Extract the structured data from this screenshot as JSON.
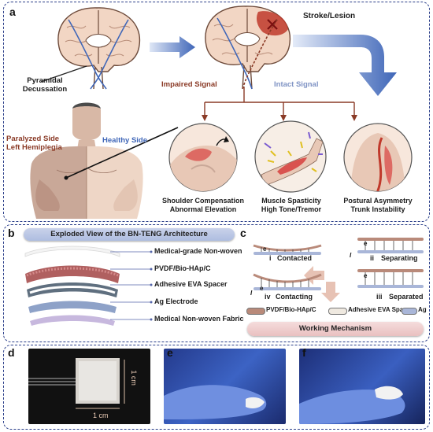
{
  "panel_a": {
    "label": "a",
    "stroke_label": "Stroke/Lesion",
    "decussation_label_1": "Pyramidal",
    "decussation_label_2": "Decussation",
    "impaired_signal": "Impaired Signal",
    "intact_signal": "Intact Signal",
    "paralyzed_side_1": "Paralyzed Side",
    "paralyzed_side_2": "Left Hemiplegia",
    "healthy_side": "Healthy Side",
    "symptoms": [
      {
        "line1": "Shoulder Compensation",
        "line2": "Abnormal Elevation"
      },
      {
        "line1": "Muscle Spasticity",
        "line2": "High Tone/Tremor"
      },
      {
        "line1": "Postural Asymmetry",
        "line2": "Trunk Instability"
      }
    ]
  },
  "panel_b": {
    "label": "b",
    "title": "Exploded View of the BN-TENG Architecture",
    "layers": [
      "Medical-grade Non-woven",
      "PVDF/Bio-HAp/C",
      "Adhesive EVA Spacer",
      "Ag Electrode",
      "Medical Non-woven Fabric"
    ]
  },
  "panel_c": {
    "label": "c",
    "states": [
      {
        "numeral": "i",
        "name": "Contacted"
      },
      {
        "numeral": "ii",
        "name": "Separating"
      },
      {
        "numeral": "iii",
        "name": "Separated"
      },
      {
        "numeral": "iv",
        "name": "Contacting"
      }
    ],
    "electron_symbol": "e",
    "current_symbol": "I",
    "legend": [
      {
        "label": "PVDF/Bio-HAp/C",
        "color": "#b98a7a"
      },
      {
        "label": "Adhesive EVA Spacer",
        "color": "#efe9e0"
      },
      {
        "label": "Ag",
        "color": "#a9b6d8"
      }
    ],
    "mechanism_title": "Working Mechanism"
  },
  "panel_d": {
    "label": "d",
    "scale_v": "1 cm",
    "scale_h": "1 cm"
  },
  "panel_e": {
    "label": "e"
  },
  "panel_f": {
    "label": "f"
  },
  "colors": {
    "frame": "#2b3f8a",
    "arrow_blue": "#3f66b8",
    "connector": "#8a3a26",
    "lesion": "#c0392b"
  }
}
